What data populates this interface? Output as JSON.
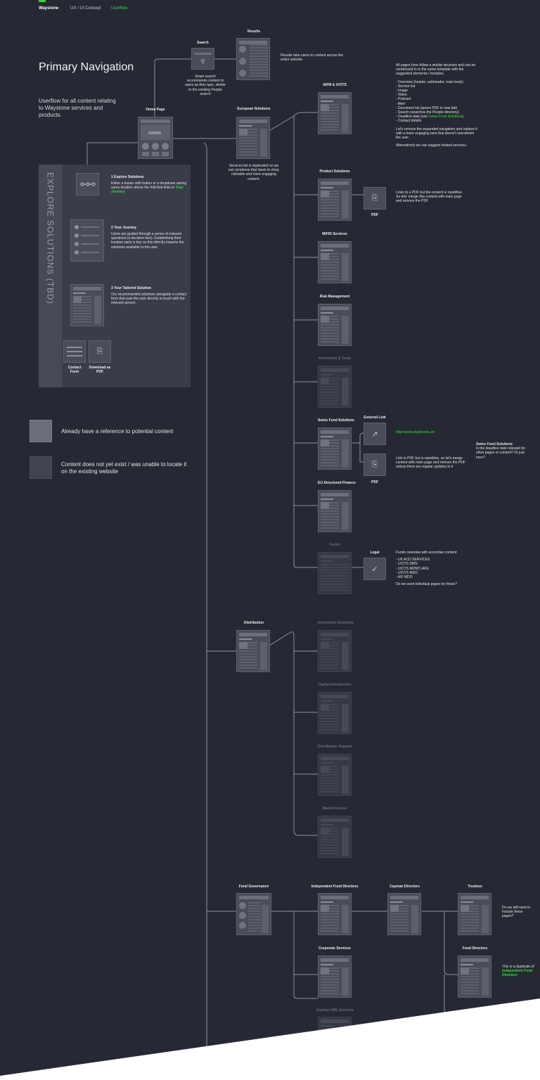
{
  "header": {
    "brand": "Waystone",
    "breadcrumb": "UX / UI Concept",
    "current": "Userflow"
  },
  "title": {
    "heading": "Primary Navigation",
    "subtitle": "Userflow for all content relating to Waystone services and products."
  },
  "nodes": {
    "search": "Search",
    "results": "Results",
    "home": "Home Page",
    "european": "European Solutions",
    "aifm": "AIFM & UCITS",
    "product": "Product Solutions",
    "mifid": "MiFID Services",
    "risk": "Risk Management",
    "investment_trade": "Investment & Trade",
    "swiss": "Swiss Fund Solutions",
    "external_link": "External Link",
    "eu_structured": "EU Structured Finance",
    "funds": "Funds",
    "legal": "Legal",
    "pdf1": "PDF",
    "pdf2": "PDF",
    "distribution": "Distribution",
    "investment_solutions": "Investment Solutions",
    "capital_intro": "Capital Introduction",
    "distribution_support": "Distribution Support",
    "market_access": "Market Access",
    "fund_governance": "Fund Governance",
    "independent_fund_directors": "Independent Fund Directors",
    "cayman_directors": "Cayman Directors",
    "trustees": "Trustees",
    "corporate_services": "Corporate Services",
    "fund_directors": "Fund Directors",
    "cayman_aml": "Cayman AML Services"
  },
  "notes": {
    "search": "Smart search recommends content to users as they type, similar to the existing People search",
    "results": "Results take users to content across the entire website.",
    "structure_intro": "All pages here follow a similar structure and can be condensed in to the same template with the suggested elements / modules",
    "structure_list": [
      "- Overview (header, subheader, main body)",
      "- Service list",
      "- Image",
      "- Video",
      "- Podcast",
      "- Alert",
      "- Document list (opens PDF in new tab)",
      "- Search (searches the People directory)",
      "- Deadline data (see ",
      "- Contact details"
    ],
    "structure_link": "Swiss Fund Solutions",
    "structure_close": ")",
    "structure_p2": "Let's remove the expanded navigation and replace it with a more engaging lane that doesn't overwhelm the user.",
    "structure_p3": "Alternatively we can suggest related services.",
    "services_dup": "Services list is duplicated so we can condense that down to clear, clickable and more engaging content.",
    "product_pdf": "Links to a PDF but the content is repetitive. So lets' merge this content with main page and remove the PDF",
    "url": "http://www.obgsfunds.ch/",
    "swiss_pdf": "Link to PDF but is repetitive, so let's merge content with main page and remove the PDF unless there are regular updates to it",
    "swiss_q_title": "Swiss Fund Solutions",
    "swiss_q": "Is the deadline date relevant for other pages or content? Or just here?",
    "funds_intro": "Funds overview with accordian content:",
    "funds_list": [
      "- UK ACD SERVICES",
      "- UCITS DMS",
      "- UCITS MONTLAKE",
      "- UCITS MDO",
      "- AIF MDO"
    ],
    "funds_q": "Do we want individual pages for these?",
    "trustees_q": "Do we still want to include these pages?",
    "fund_dir_pre": "This is a duplicate of ",
    "fund_dir_link": "Independent Fund Directors"
  },
  "explore": {
    "title": "EXPLORE SOLUTIONS (TBD)",
    "steps": [
      {
        "heading": "1 Explore Solutions",
        "text": "Either a teaser with button or a dropdown asking users location above the fold that links to ",
        "link": "Your Journey"
      },
      {
        "heading": "2 Your Journey",
        "text": "Users are guided through a series of relevant questions (a decision tree). Establishing their location early is key as this directly impacts the solutions available to the user."
      },
      {
        "heading": "3 Your Tailored Solution",
        "text": "Our recommended solutions alongside a contact form that puts the user directly in touch with the relevant person."
      }
    ],
    "contact": "Contact Form",
    "download": "Download as PDF"
  },
  "legend": [
    {
      "text": "Already have a reference to potential content",
      "color": "#6a6e7b"
    },
    {
      "text": "Content does not yet exist / was unable to locate it on the existing website",
      "color": "#41444f"
    }
  ]
}
